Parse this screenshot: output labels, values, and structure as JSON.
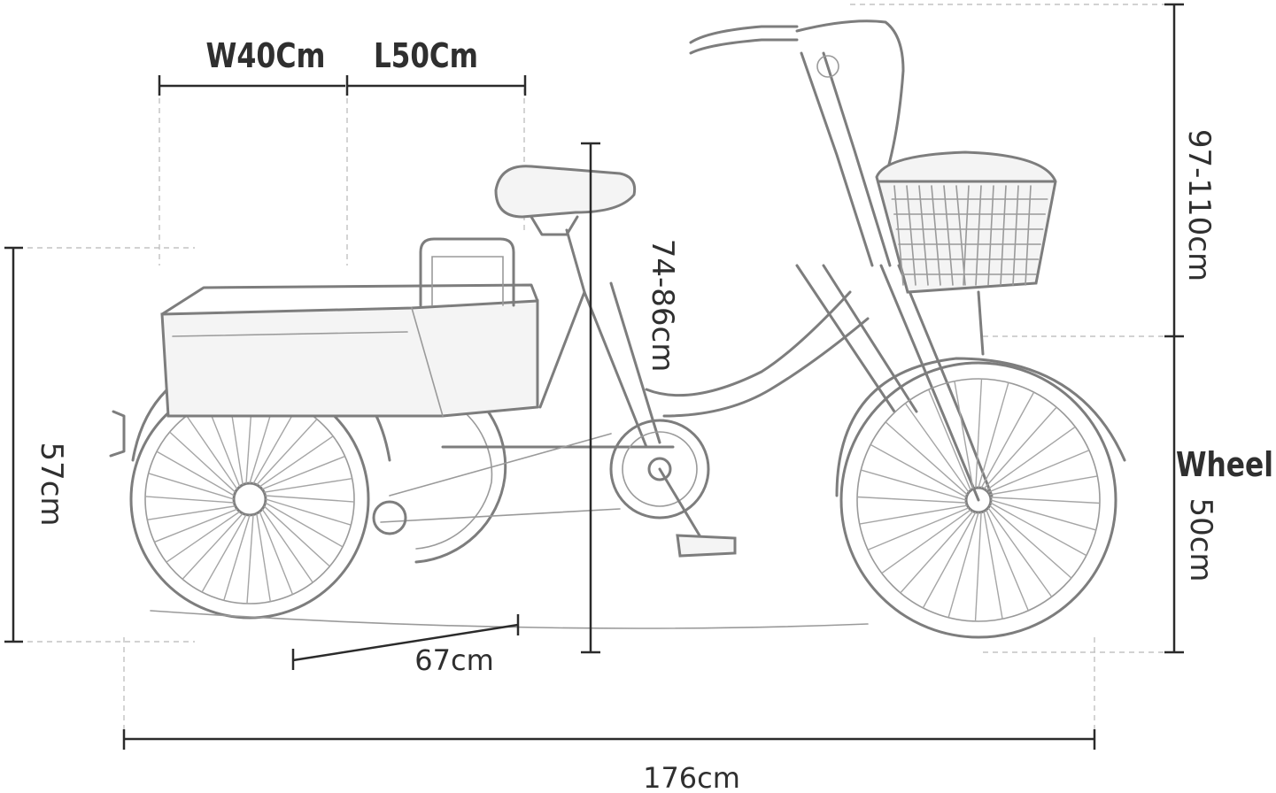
{
  "labels": {
    "seat_width": "W40Cm",
    "seat_length": "L50Cm",
    "saddle_height": "74-86cm",
    "handlebar_height": "97-110cm",
    "wheel_title": "Wheel",
    "wheel_size": "50cm",
    "basket_height": "57cm",
    "wheel_track": "67cm",
    "total_length": "176cm"
  },
  "colors": {
    "dimension_line": "#2b2b2b",
    "sketch_line": "#7d7d7d",
    "guide_line": "#b8b8b8",
    "label_text": "#2f2f2f"
  }
}
